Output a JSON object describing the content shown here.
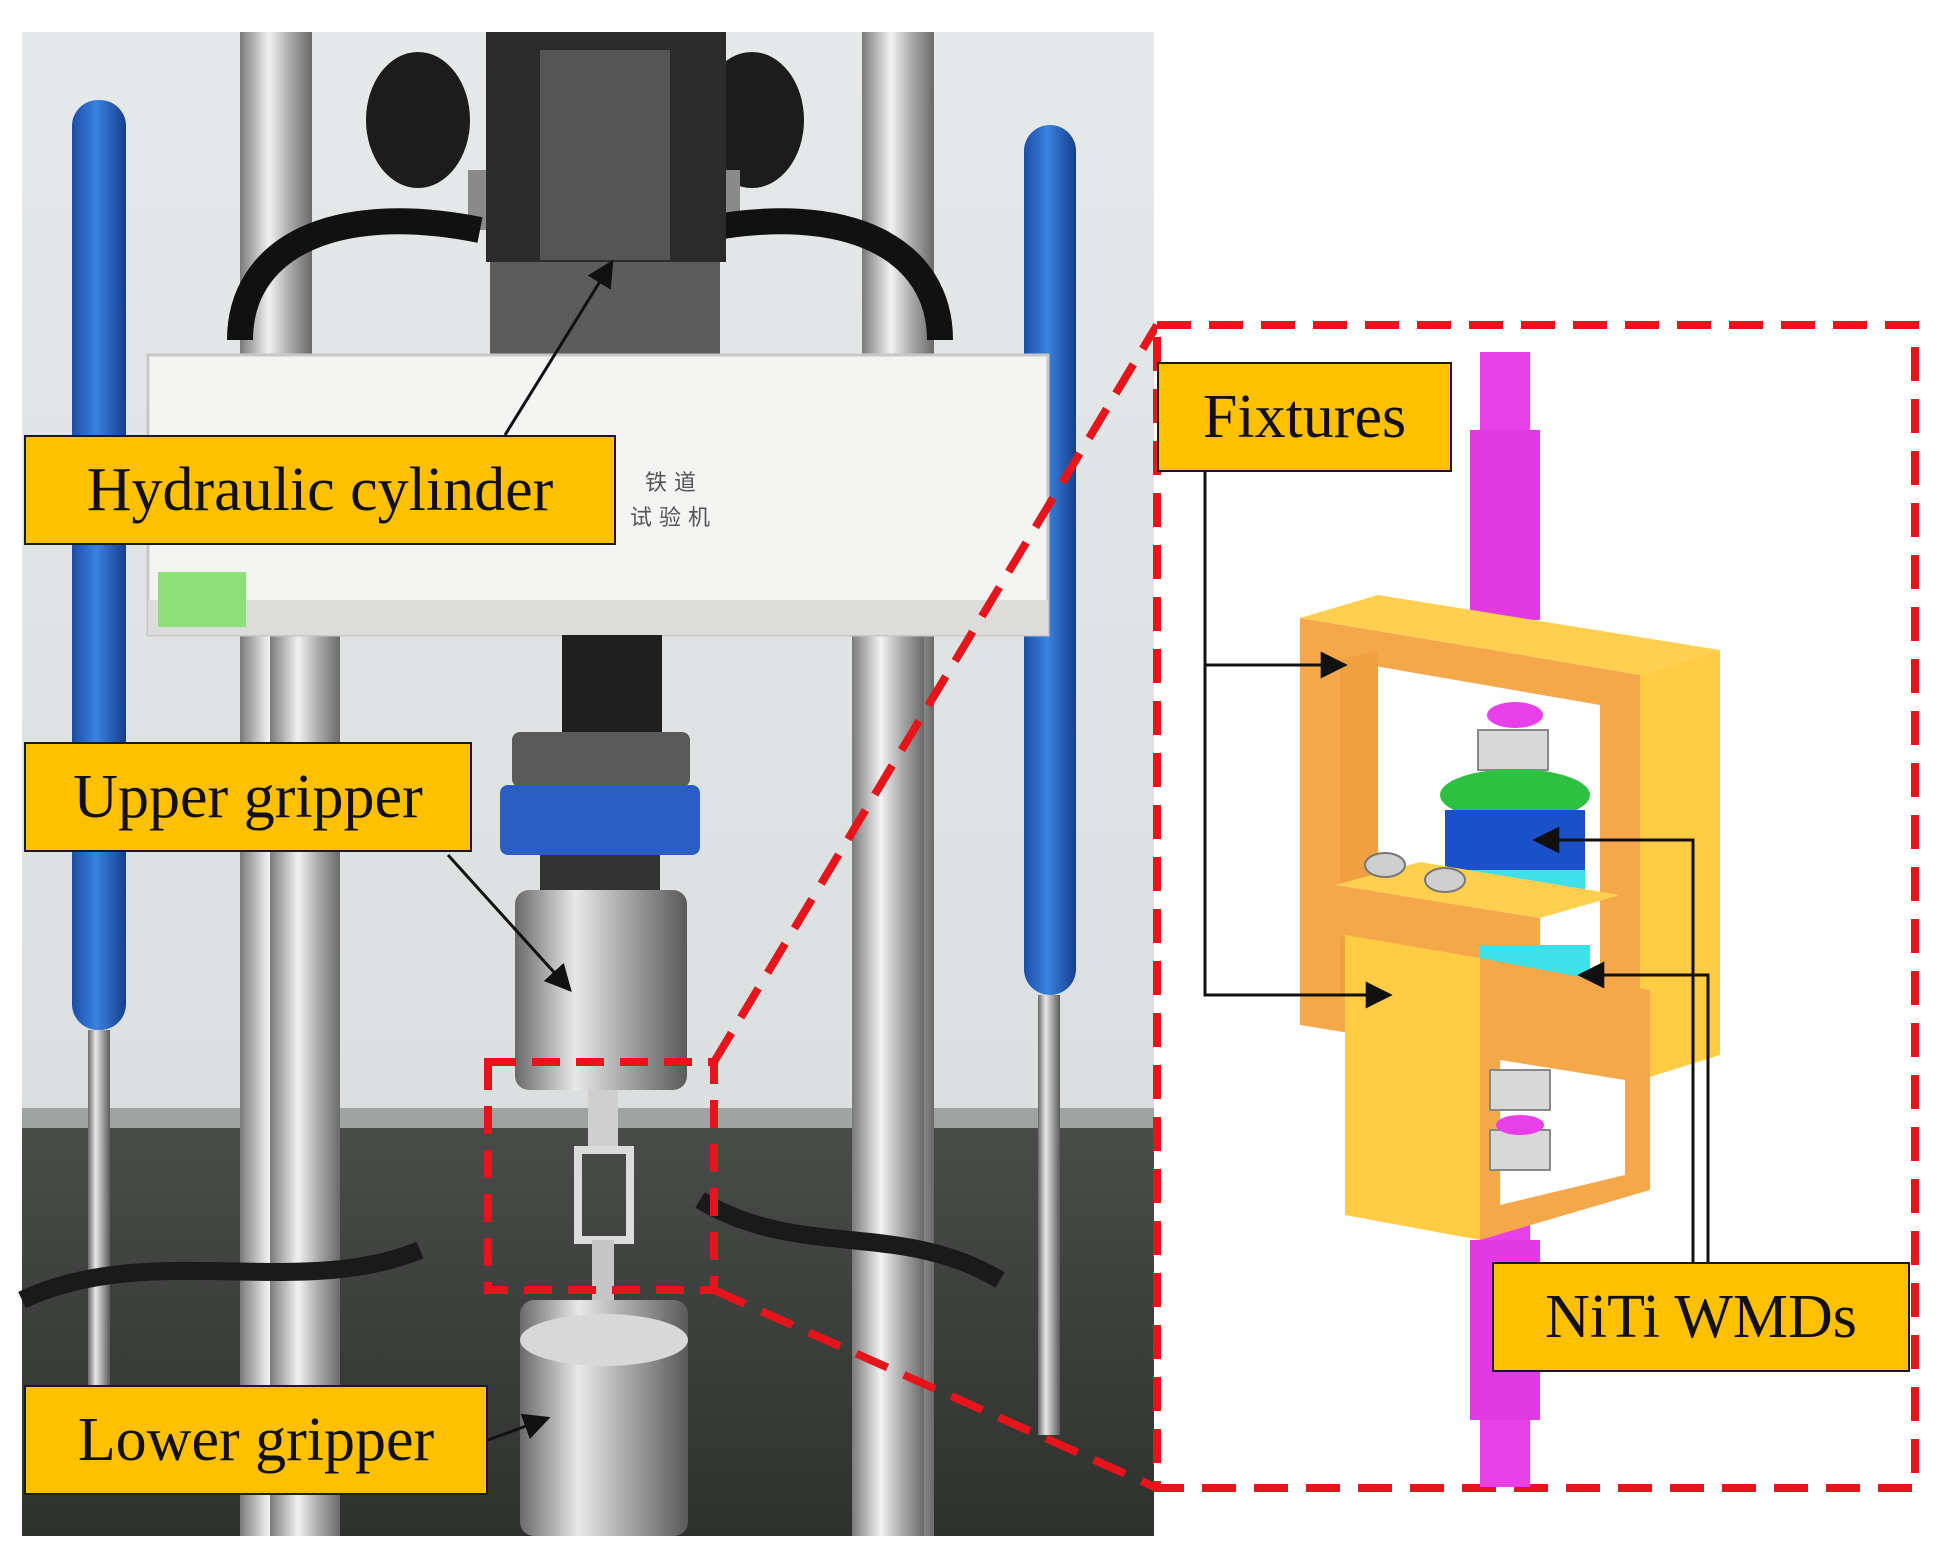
{
  "labels": {
    "hydraulic_cylinder": "Hydraulic cylinder",
    "upper_gripper": "Upper gripper",
    "lower_gripper": "Lower gripper",
    "fixtures": "Fixtures",
    "niti_wmds": "NiTi WMDs"
  },
  "colors": {
    "label_fill": "#ffc000",
    "detail_frame": "#e8141c",
    "rod": "#e840e8",
    "fixture_light": "#ffcc44",
    "fixture_dark": "#f0a040",
    "damper_blue": "#1a50c8",
    "damper_cyan": "#40e0e8",
    "plate_green": "#2ec040",
    "machine_blue": "#2a6cc8",
    "metal": "#c8c8c8"
  }
}
